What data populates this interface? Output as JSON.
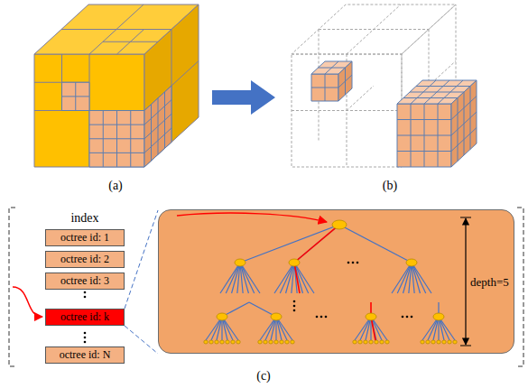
{
  "diagram": {
    "nodes": [
      {
        "text": [
          "octree id: 1"
        ]
      },
      {
        "text": [
          "octree id: 2"
        ]
      },
      {
        "text": [
          "octree id: 3"
        ]
      },
      {
        "text": [
          "octree id: k"
        ]
      },
      {
        "text": [
          "octree id: N"
        ]
      },
      {
        "text": [
          "depth=5"
        ]
      }
    ],
    "edges": [
      {
        "from": 3,
        "to": 5,
        "arrow": "none"
      }
    ],
    "labels": [
      "(a)",
      "(b)",
      "index",
      "(c)"
    ]
  }
}
